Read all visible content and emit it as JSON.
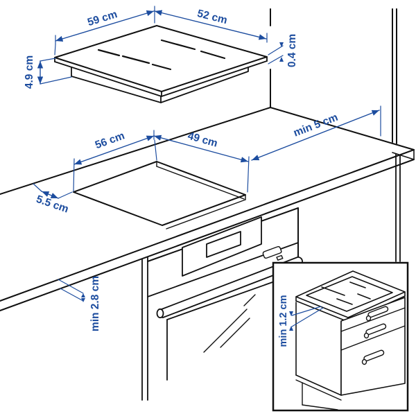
{
  "diagram": {
    "kind": "cooktop-installation-measurement-diagram",
    "colors": {
      "line": "#111111",
      "dimension": "#1d4d9f",
      "background": "#ffffff"
    },
    "cooktop": {
      "width": "59 cm",
      "depth": "52 cm",
      "height": "4.9 cm",
      "glass_thickness": "0.4 cm"
    },
    "worktop": {
      "cutout_width": "56 cm",
      "cutout_depth": "49 cm",
      "edge_setback": "5.5 cm",
      "wall_clearance": "min 5 cm",
      "under_clearance": "min 2.8 cm"
    },
    "inset_detail": {
      "edge_clearance": "min 1.2 cm"
    }
  }
}
